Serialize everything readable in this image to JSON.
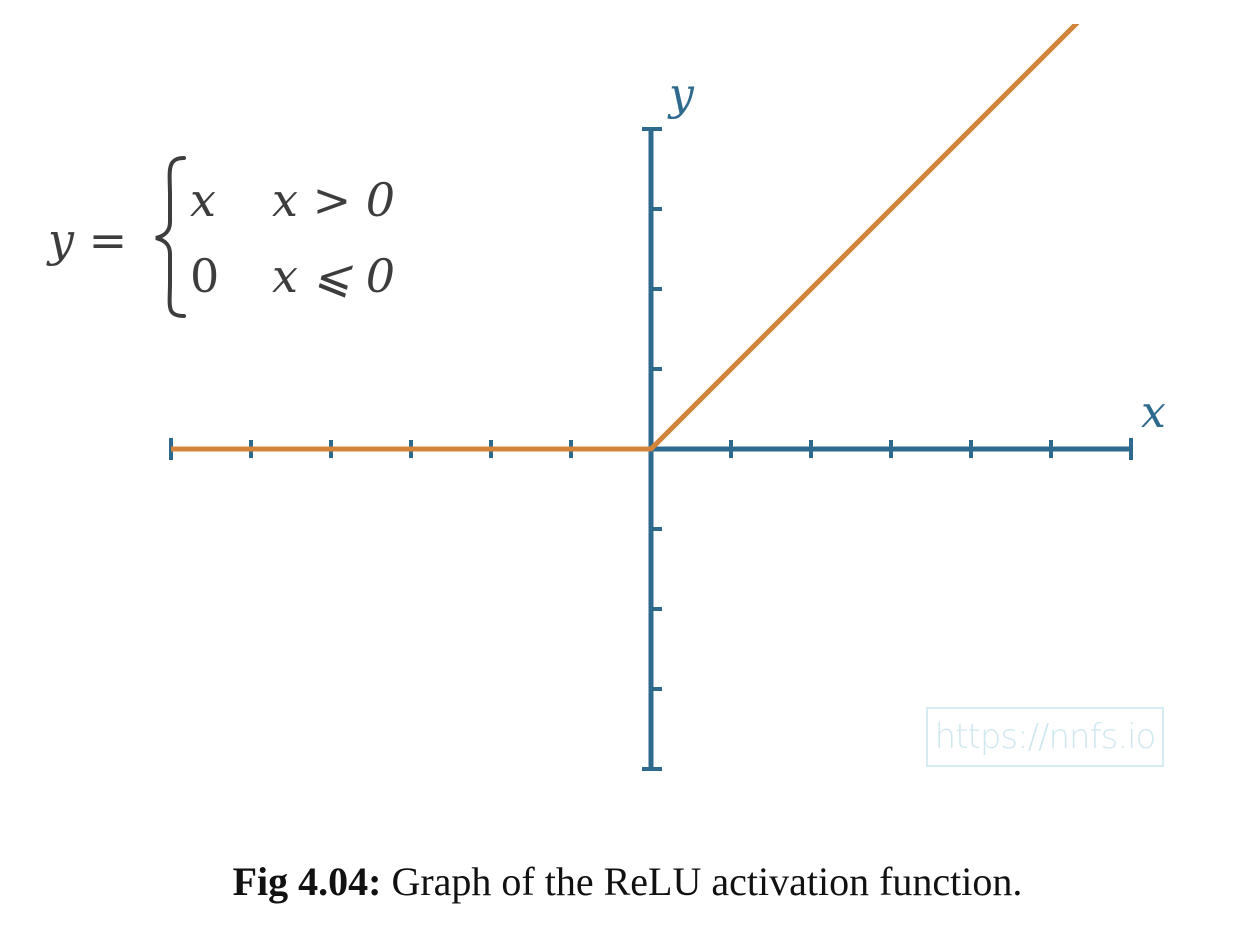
{
  "chart_data": {
    "type": "line",
    "title": "",
    "xlabel": "x",
    "ylabel": "y",
    "xlim": [
      -6,
      6
    ],
    "ylim": [
      -4,
      4
    ],
    "x_ticks": [
      -6,
      -5,
      -4,
      -3,
      -2,
      -1,
      0,
      1,
      2,
      3,
      4,
      5,
      6
    ],
    "y_ticks": [
      -4,
      -3,
      -2,
      -1,
      0,
      1,
      2,
      3,
      4
    ],
    "series": [
      {
        "x": [
          -6,
          0,
          5.34
        ],
        "y": [
          0,
          0,
          5.34
        ]
      }
    ],
    "formula": {
      "lhs": "y =",
      "cases": [
        {
          "value": "x",
          "condition": "x > 0"
        },
        {
          "value": "0",
          "condition": "x ⩽ 0"
        }
      ]
    },
    "grid": false,
    "legend": "none"
  },
  "watermark": "https://nnfs.io",
  "caption": {
    "label": "Fig 4.04:",
    "text": " Graph of the ReLU activation function."
  },
  "colors": {
    "axis": "#2e6a8e",
    "line": "#d4843a",
    "formula": "#3d3d3d",
    "watermark": "#cfe8ef"
  }
}
